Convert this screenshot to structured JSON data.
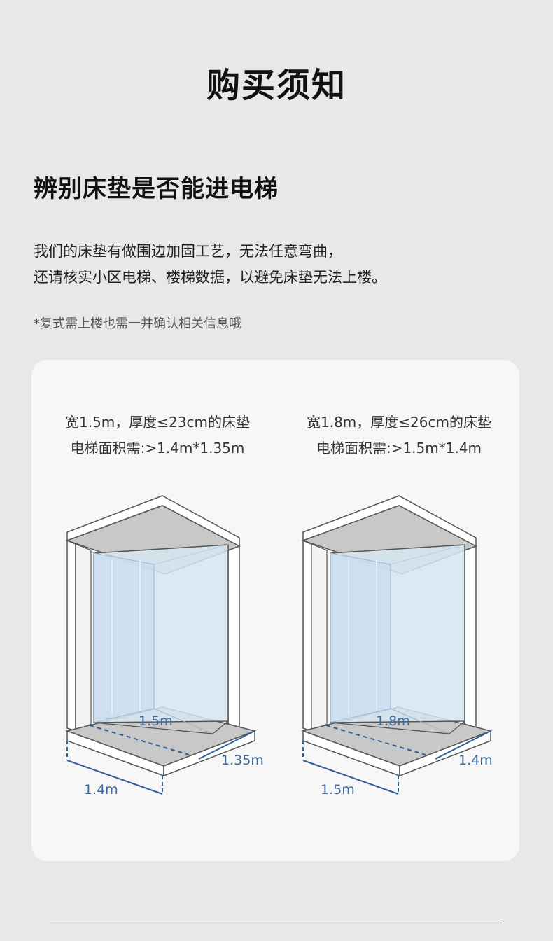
{
  "page": {
    "title": "购买须知"
  },
  "section": {
    "title": "辨别床垫是否能进电梯",
    "desc_line1": "我们的床垫有做围边加固工艺，无法任意弯曲，",
    "desc_line2": "还请核实小区电梯、楼梯数据，以避免床垫无法上楼。",
    "note": "*复式需上楼也需一并确认相关信息哦"
  },
  "options": [
    {
      "spec_line1": "宽1.5m，厚度≤23cm的床垫",
      "spec_line2": "电梯面积需:>1.4m*1.35m",
      "mattress_width": "1.5m",
      "elevator_width": "1.4m",
      "elevator_depth": "1.35m"
    },
    {
      "spec_line1": "宽1.8m，厚度≤26cm的床垫",
      "spec_line2": "电梯面积需:>1.5m*1.4m",
      "mattress_width": "1.8m",
      "elevator_width": "1.5m",
      "elevator_depth": "1.4m"
    }
  ],
  "colors": {
    "background": "#e8e8e8",
    "card": "#f7f7f7",
    "dimension": "#3a6aa4",
    "mattress": "#d6e6f2",
    "elevator_gray": "#c8c8c8"
  }
}
